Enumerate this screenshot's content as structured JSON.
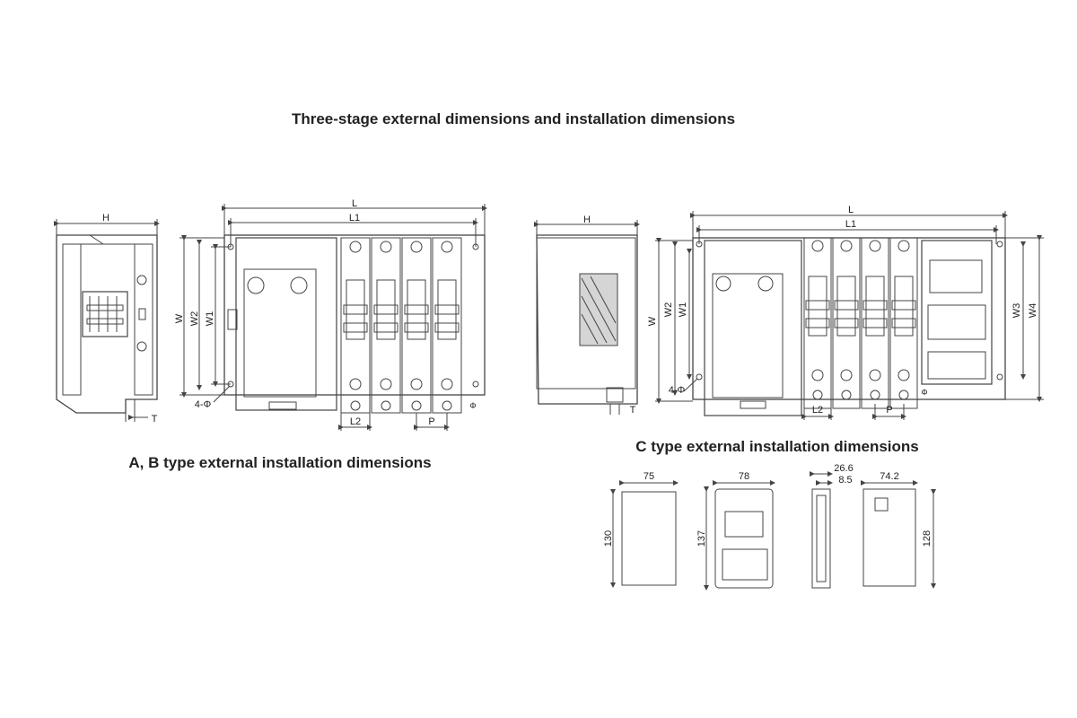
{
  "title": "Three-stage external dimensions and installation dimensions",
  "captions": {
    "ab": "A, B type external installation dimensions",
    "c": "C type external installation dimensions"
  },
  "ab_diagram": {
    "labels": {
      "H": "H",
      "L": "L",
      "L1": "L1",
      "W": "W",
      "W2": "W2",
      "W1": "W1",
      "hole": "4-Φ",
      "T": "T",
      "L2": "L2",
      "P": "P",
      "phi": "Φ"
    }
  },
  "c_diagram": {
    "labels": {
      "H": "H",
      "L": "L",
      "L1": "L1",
      "W": "W",
      "W2": "W2",
      "W1": "W1",
      "W3": "W3",
      "W4": "W4",
      "hole": "4-Φ",
      "T": "T",
      "L2": "L2",
      "P": "P",
      "phi": "Φ"
    }
  },
  "controller_views": {
    "dims": {
      "w75": "75",
      "h130": "130",
      "w78": "78",
      "h137": "137",
      "d26_6": "26.6",
      "d8_5": "8.5",
      "w74_2": "74.2",
      "h128": "128"
    }
  }
}
